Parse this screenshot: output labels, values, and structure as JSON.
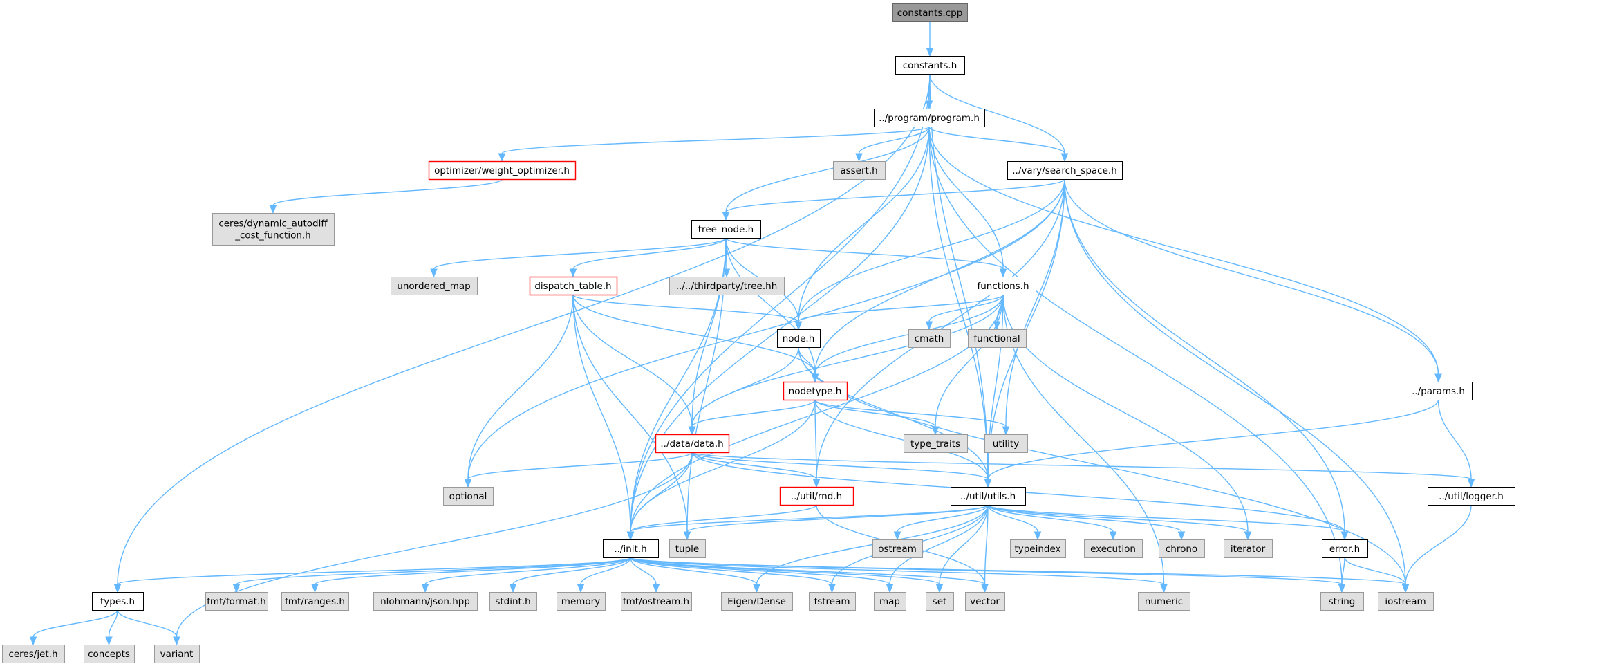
{
  "graph": {
    "title": "",
    "colors": {
      "edge": "#63b8ff",
      "root_fill": "#999999",
      "root_border": "#666666",
      "file_fill": "#ffffff",
      "file_border": "#000000",
      "external_fill": "#e0e0e0",
      "external_border": "#999999",
      "truncated_border": "#ff0000"
    },
    "nodes": [
      {
        "id": "constants_cpp",
        "label": "constants.cpp",
        "kind": "root"
      },
      {
        "id": "constants_h",
        "label": "constants.h",
        "kind": "file"
      },
      {
        "id": "program_h",
        "label": "../program/program.h",
        "kind": "file"
      },
      {
        "id": "weight_opt",
        "label": "optimizer/weight_optimizer.h",
        "kind": "truncated"
      },
      {
        "id": "assert_h",
        "label": "assert.h",
        "kind": "external"
      },
      {
        "id": "search_space",
        "label": "../vary/search_space.h",
        "kind": "file"
      },
      {
        "id": "ceres_dyn",
        "label": "ceres/dynamic_autodiff\n_cost_function.h",
        "kind": "external"
      },
      {
        "id": "tree_node",
        "label": "tree_node.h",
        "kind": "file"
      },
      {
        "id": "unordered_map",
        "label": "unordered_map",
        "kind": "external"
      },
      {
        "id": "dispatch",
        "label": "dispatch_table.h",
        "kind": "truncated"
      },
      {
        "id": "thirdparty_tree",
        "label": "../../thirdparty/tree.hh",
        "kind": "external"
      },
      {
        "id": "functions_h",
        "label": "functions.h",
        "kind": "file"
      },
      {
        "id": "node_h",
        "label": "node.h",
        "kind": "file"
      },
      {
        "id": "cmath",
        "label": "cmath",
        "kind": "external"
      },
      {
        "id": "functional",
        "label": "functional",
        "kind": "external"
      },
      {
        "id": "nodetype",
        "label": "nodetype.h",
        "kind": "truncated"
      },
      {
        "id": "params_h",
        "label": "../params.h",
        "kind": "file"
      },
      {
        "id": "data_h",
        "label": "../data/data.h",
        "kind": "truncated"
      },
      {
        "id": "type_traits",
        "label": "type_traits",
        "kind": "external"
      },
      {
        "id": "utility",
        "label": "utility",
        "kind": "external"
      },
      {
        "id": "optional",
        "label": "optional",
        "kind": "external"
      },
      {
        "id": "rnd_h",
        "label": "../util/rnd.h",
        "kind": "truncated"
      },
      {
        "id": "utils_h",
        "label": "../util/utils.h",
        "kind": "file"
      },
      {
        "id": "logger_h",
        "label": "../util/logger.h",
        "kind": "file"
      },
      {
        "id": "init_h",
        "label": "../init.h",
        "kind": "file"
      },
      {
        "id": "tuple",
        "label": "tuple",
        "kind": "external"
      },
      {
        "id": "ostream",
        "label": "ostream",
        "kind": "external"
      },
      {
        "id": "typeindex",
        "label": "typeindex",
        "kind": "external"
      },
      {
        "id": "execution",
        "label": "execution",
        "kind": "external"
      },
      {
        "id": "chrono",
        "label": "chrono",
        "kind": "external"
      },
      {
        "id": "iterator",
        "label": "iterator",
        "kind": "external"
      },
      {
        "id": "error_h",
        "label": "error.h",
        "kind": "file"
      },
      {
        "id": "types_h",
        "label": "types.h",
        "kind": "file"
      },
      {
        "id": "fmt_format",
        "label": "fmt/format.h",
        "kind": "external"
      },
      {
        "id": "fmt_ranges",
        "label": "fmt/ranges.h",
        "kind": "external"
      },
      {
        "id": "json",
        "label": "nlohmann/json.hpp",
        "kind": "external"
      },
      {
        "id": "stdint",
        "label": "stdint.h",
        "kind": "external"
      },
      {
        "id": "memory",
        "label": "memory",
        "kind": "external"
      },
      {
        "id": "fmt_ostream",
        "label": "fmt/ostream.h",
        "kind": "external"
      },
      {
        "id": "eigen",
        "label": "Eigen/Dense",
        "kind": "external"
      },
      {
        "id": "fstream",
        "label": "fstream",
        "kind": "external"
      },
      {
        "id": "map",
        "label": "map",
        "kind": "external"
      },
      {
        "id": "set",
        "label": "set",
        "kind": "external"
      },
      {
        "id": "vector",
        "label": "vector",
        "kind": "external"
      },
      {
        "id": "numeric",
        "label": "numeric",
        "kind": "external"
      },
      {
        "id": "string",
        "label": "string",
        "kind": "external"
      },
      {
        "id": "iostream",
        "label": "iostream",
        "kind": "external"
      },
      {
        "id": "ceres_jet",
        "label": "ceres/jet.h",
        "kind": "external"
      },
      {
        "id": "concepts",
        "label": "concepts",
        "kind": "external"
      },
      {
        "id": "variant",
        "label": "variant",
        "kind": "external"
      }
    ],
    "edges": [
      [
        "constants_cpp",
        "constants_h"
      ],
      [
        "constants_h",
        "program_h"
      ],
      [
        "constants_h",
        "search_space"
      ],
      [
        "constants_h",
        "utils_h"
      ],
      [
        "constants_h",
        "init_h"
      ],
      [
        "constants_h",
        "types_h"
      ],
      [
        "program_h",
        "weight_opt"
      ],
      [
        "program_h",
        "assert_h"
      ],
      [
        "program_h",
        "search_space"
      ],
      [
        "program_h",
        "tree_node"
      ],
      [
        "program_h",
        "functions_h"
      ],
      [
        "program_h",
        "node_h"
      ],
      [
        "program_h",
        "params_h"
      ],
      [
        "program_h",
        "utils_h"
      ],
      [
        "program_h",
        "init_h"
      ],
      [
        "program_h",
        "string"
      ],
      [
        "weight_opt",
        "ceres_dyn"
      ],
      [
        "search_space",
        "tree_node"
      ],
      [
        "search_space",
        "node_h"
      ],
      [
        "search_space",
        "nodetype"
      ],
      [
        "search_space",
        "params_h"
      ],
      [
        "search_space",
        "utils_h"
      ],
      [
        "search_space",
        "rnd_h"
      ],
      [
        "search_space",
        "error_h"
      ],
      [
        "search_space",
        "utility"
      ],
      [
        "search_space",
        "optional"
      ],
      [
        "search_space",
        "iostream"
      ],
      [
        "tree_node",
        "unordered_map"
      ],
      [
        "tree_node",
        "dispatch"
      ],
      [
        "tree_node",
        "thirdparty_tree"
      ],
      [
        "tree_node",
        "functions_h"
      ],
      [
        "tree_node",
        "node_h"
      ],
      [
        "tree_node",
        "nodetype"
      ],
      [
        "tree_node",
        "data_h"
      ],
      [
        "tree_node",
        "init_h"
      ],
      [
        "tree_node",
        "tuple"
      ],
      [
        "dispatch",
        "node_h"
      ],
      [
        "dispatch",
        "nodetype"
      ],
      [
        "dispatch",
        "data_h"
      ],
      [
        "dispatch",
        "optional"
      ],
      [
        "dispatch",
        "init_h"
      ],
      [
        "dispatch",
        "tuple"
      ],
      [
        "functions_h",
        "node_h"
      ],
      [
        "functions_h",
        "cmath"
      ],
      [
        "functions_h",
        "functional"
      ],
      [
        "functions_h",
        "nodetype"
      ],
      [
        "functions_h",
        "data_h"
      ],
      [
        "functions_h",
        "type_traits"
      ],
      [
        "functions_h",
        "utils_h"
      ],
      [
        "functions_h",
        "init_h"
      ],
      [
        "functions_h",
        "iterator"
      ],
      [
        "functions_h",
        "numeric"
      ],
      [
        "node_h",
        "nodetype"
      ],
      [
        "node_h",
        "data_h"
      ],
      [
        "node_h",
        "utils_h"
      ],
      [
        "node_h",
        "iostream"
      ],
      [
        "nodetype",
        "data_h"
      ],
      [
        "nodetype",
        "type_traits"
      ],
      [
        "nodetype",
        "utility"
      ],
      [
        "nodetype",
        "rnd_h"
      ],
      [
        "nodetype",
        "utils_h"
      ],
      [
        "nodetype",
        "init_h"
      ],
      [
        "params_h",
        "utils_h"
      ],
      [
        "params_h",
        "logger_h"
      ],
      [
        "data_h",
        "optional"
      ],
      [
        "data_h",
        "rnd_h"
      ],
      [
        "data_h",
        "utils_h"
      ],
      [
        "data_h",
        "logger_h"
      ],
      [
        "data_h",
        "init_h"
      ],
      [
        "data_h",
        "error_h"
      ],
      [
        "data_h",
        "variant"
      ],
      [
        "rnd_h",
        "init_h"
      ],
      [
        "rnd_h",
        "vector"
      ],
      [
        "utils_h",
        "init_h"
      ],
      [
        "utils_h",
        "tuple"
      ],
      [
        "utils_h",
        "ostream"
      ],
      [
        "utils_h",
        "typeindex"
      ],
      [
        "utils_h",
        "execution"
      ],
      [
        "utils_h",
        "chrono"
      ],
      [
        "utils_h",
        "iterator"
      ],
      [
        "utils_h",
        "error_h"
      ],
      [
        "utils_h",
        "eigen"
      ],
      [
        "utils_h",
        "fstream"
      ],
      [
        "utils_h",
        "map"
      ],
      [
        "utils_h",
        "set"
      ],
      [
        "utils_h",
        "vector"
      ],
      [
        "logger_h",
        "iostream"
      ],
      [
        "init_h",
        "types_h"
      ],
      [
        "init_h",
        "fmt_format"
      ],
      [
        "init_h",
        "fmt_ranges"
      ],
      [
        "init_h",
        "json"
      ],
      [
        "init_h",
        "stdint"
      ],
      [
        "init_h",
        "memory"
      ],
      [
        "init_h",
        "fmt_ostream"
      ],
      [
        "init_h",
        "eigen"
      ],
      [
        "init_h",
        "fstream"
      ],
      [
        "init_h",
        "map"
      ],
      [
        "init_h",
        "set"
      ],
      [
        "init_h",
        "vector"
      ],
      [
        "init_h",
        "numeric"
      ],
      [
        "init_h",
        "string"
      ],
      [
        "init_h",
        "iostream"
      ],
      [
        "error_h",
        "string"
      ],
      [
        "error_h",
        "iostream"
      ],
      [
        "types_h",
        "ceres_jet"
      ],
      [
        "types_h",
        "concepts"
      ],
      [
        "types_h",
        "variant"
      ]
    ]
  }
}
